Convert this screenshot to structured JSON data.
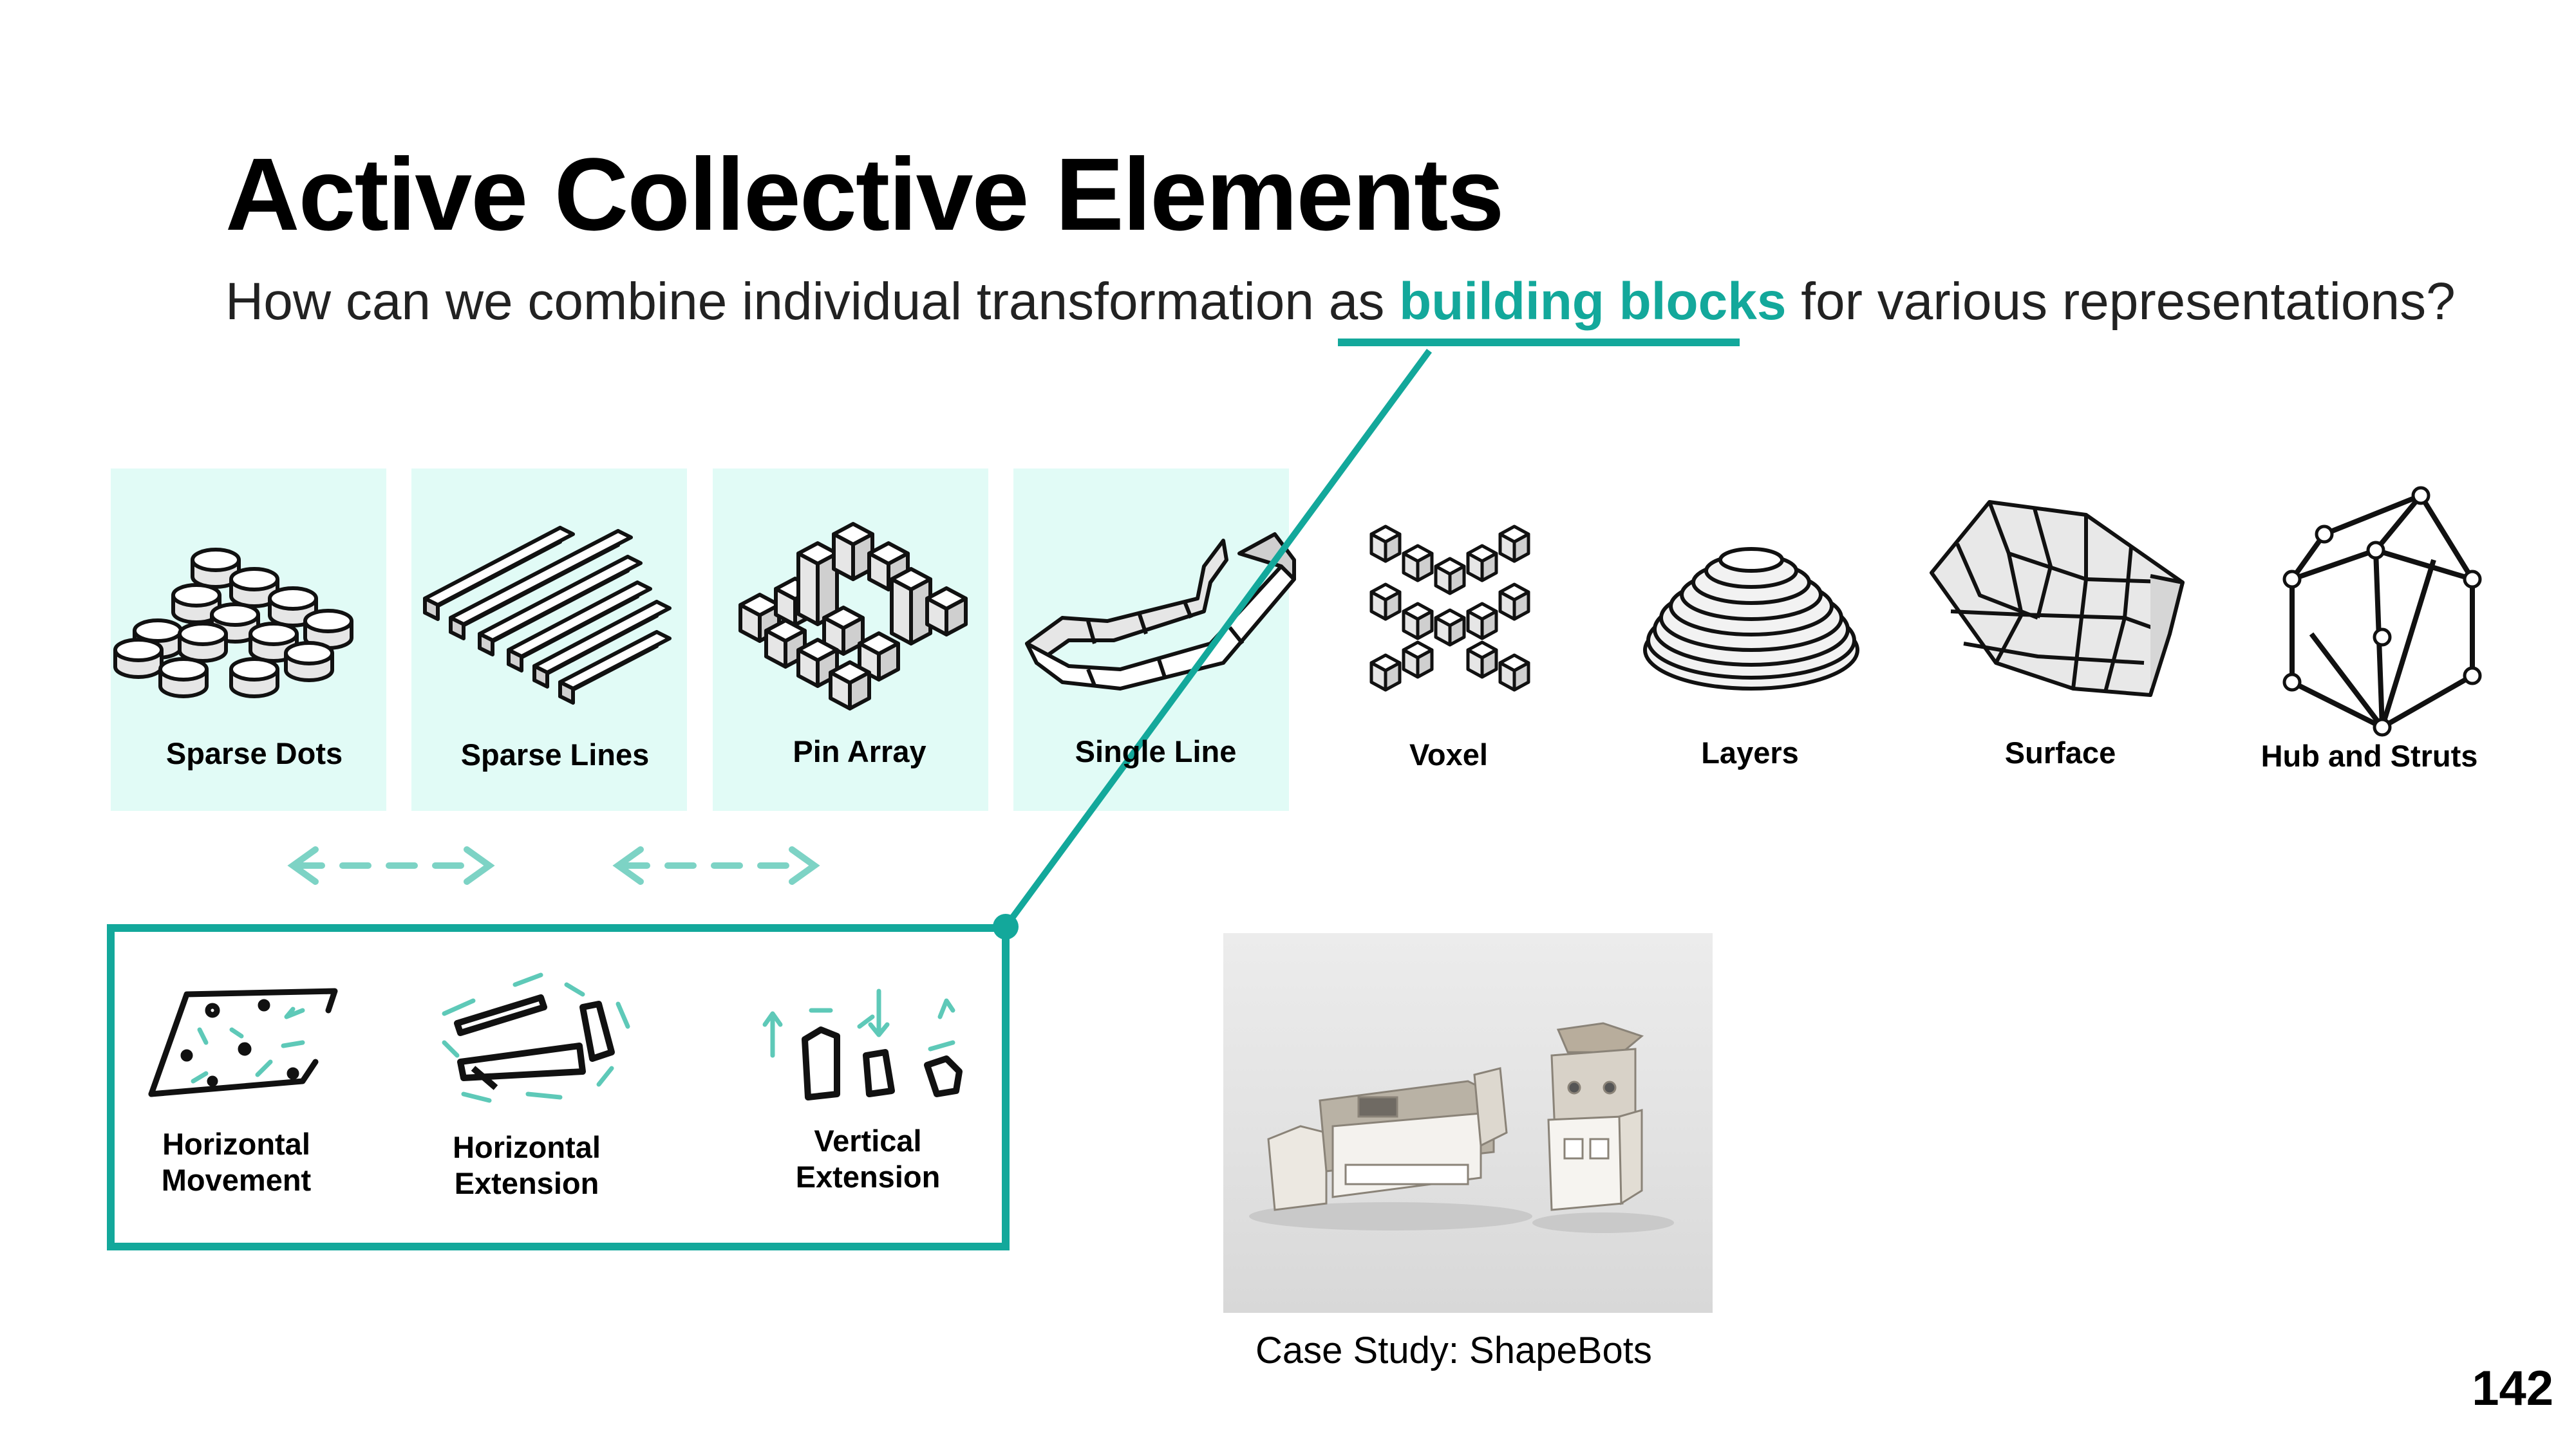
{
  "slide": {
    "title": "Active Collective Elements",
    "subtitle_before": "How can we combine individual transformation as ",
    "subtitle_highlight": "building blocks",
    "subtitle_after": " for various representations?",
    "page_number": "142"
  },
  "representations": [
    {
      "label": "Sparse Dots",
      "icon": "sparse-dots-icon"
    },
    {
      "label": "Sparse Lines",
      "icon": "sparse-lines-icon"
    },
    {
      "label": "Pin Array",
      "icon": "pin-array-icon"
    },
    {
      "label": "Single Line",
      "icon": "single-line-icon"
    },
    {
      "label": "Voxel",
      "icon": "voxel-icon"
    },
    {
      "label": "Layers",
      "icon": "layers-icon"
    },
    {
      "label": "Surface",
      "icon": "surface-icon"
    },
    {
      "label": "Hub and Struts",
      "icon": "hub-and-struts-icon"
    }
  ],
  "transformations": [
    {
      "label": "Horizontal Movement",
      "icon": "horizontal-movement-sketch-icon"
    },
    {
      "label": "Horizontal Extension",
      "icon": "horizontal-extension-sketch-icon"
    },
    {
      "label": "Vertical Extension",
      "icon": "vertical-extension-sketch-icon"
    }
  ],
  "case_study": {
    "caption": "Case Study: ShapeBots"
  },
  "colors": {
    "accent": "#13a89b",
    "panel_bg": "#e1fbf6",
    "arrow": "#7dd3c5"
  }
}
